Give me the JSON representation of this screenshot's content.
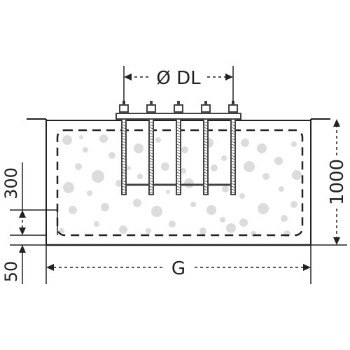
{
  "labels": {
    "diameter": "Ø DL",
    "height": "1000",
    "width": "G",
    "embed": "300",
    "base": "50"
  },
  "colors": {
    "line": "#222222",
    "aggregate": "#dcdcdc",
    "bolt": "#444444",
    "background": "#ffffff"
  },
  "bolt_count": 5
}
